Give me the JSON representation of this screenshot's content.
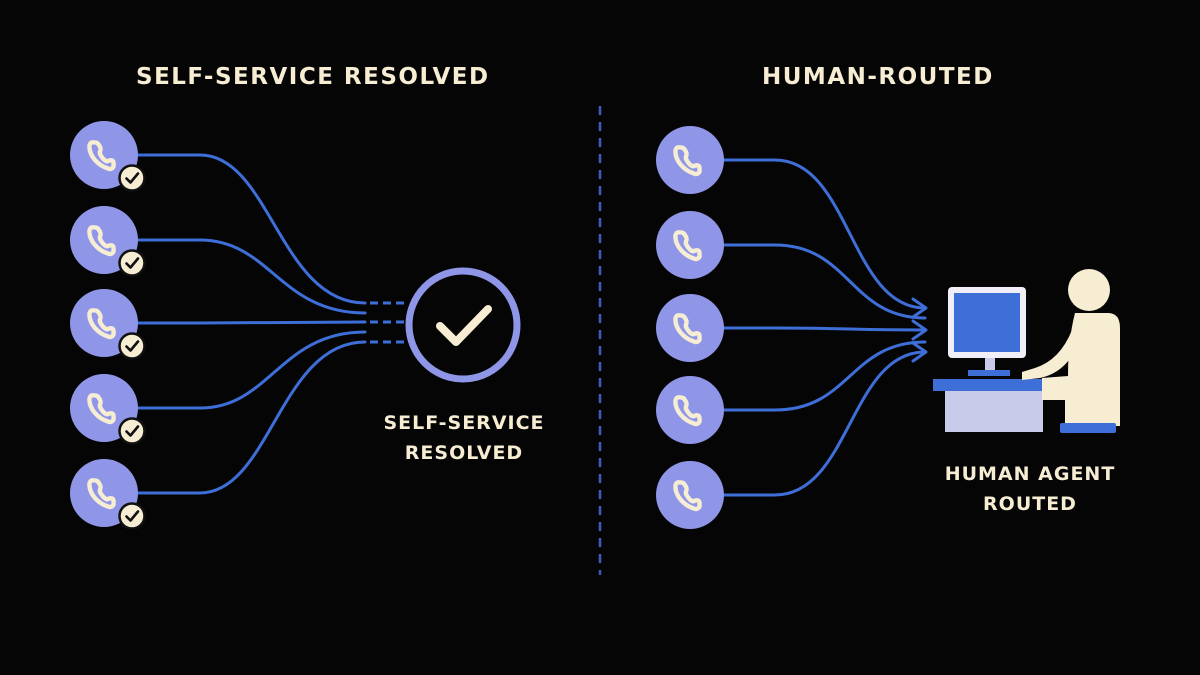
{
  "left_panel": {
    "title": "SELF-SERVICE RESOLVED",
    "outcome": {
      "line1": "SELF-SERVICE",
      "line2": "RESOLVED"
    },
    "calls": [
      {
        "icon": "phone-icon",
        "status_icon": "check-icon"
      },
      {
        "icon": "phone-icon",
        "status_icon": "check-icon"
      },
      {
        "icon": "phone-icon",
        "status_icon": "check-icon"
      },
      {
        "icon": "phone-icon",
        "status_icon": "check-icon"
      },
      {
        "icon": "phone-icon",
        "status_icon": "check-icon"
      }
    ]
  },
  "right_panel": {
    "title": "HUMAN-ROUTED",
    "outcome": {
      "line1": "HUMAN AGENT",
      "line2": "ROUTED"
    },
    "calls": [
      {
        "icon": "phone-icon"
      },
      {
        "icon": "phone-icon"
      },
      {
        "icon": "phone-icon"
      },
      {
        "icon": "phone-icon"
      },
      {
        "icon": "phone-icon"
      }
    ]
  },
  "colors": {
    "background": "#050505",
    "node": "#8F96E8",
    "line": "#3E6FD8",
    "text": "#F6EDD3",
    "divider": "#3A5BC0"
  }
}
